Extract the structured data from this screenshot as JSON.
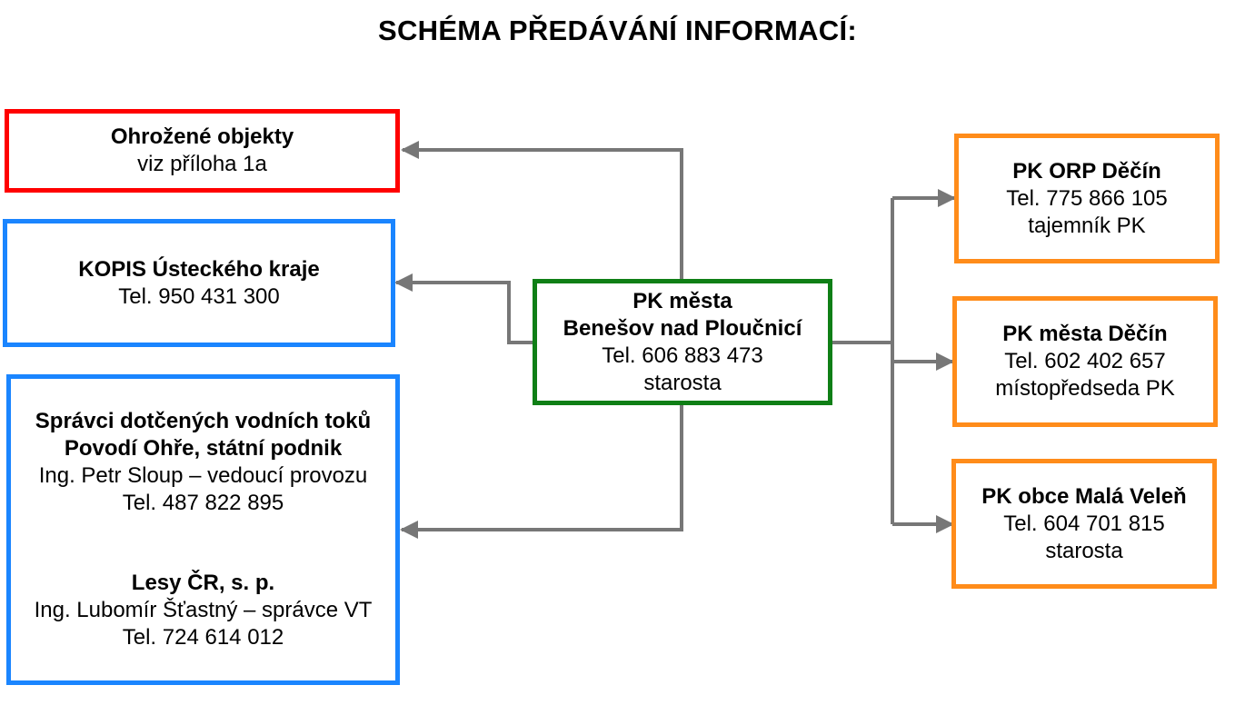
{
  "title": "SCHÉMA PŘEDÁVÁNÍ INFORMACÍ:",
  "colors": {
    "threatened": "#ff0000",
    "regional": "#1a85ff",
    "center": "#0f7f16",
    "partner": "#ff8c1a",
    "connector": "#777777"
  },
  "center": {
    "line1": "PK města",
    "line2": "Benešov nad Ploučnicí",
    "phone": "Tel. 606 883 473",
    "role": "starosta"
  },
  "left": {
    "threatened": {
      "name": "Ohrožené objekty",
      "detail": "viz příloha 1a"
    },
    "kopis": {
      "name": "KOPIS Ústeckého kraje",
      "phone": "Tel. 950 431 300"
    },
    "water": {
      "name1": "Správci dotčených vodních toků",
      "name2": "Povodí Ohře, státní podnik",
      "person1": "Ing. Petr Sloup – vedoucí provozu",
      "phone1": "Tel. 487 822 895",
      "name3": "Lesy ČR, s. p.",
      "person2": "Ing. Lubomír Šťastný – správce VT",
      "phone2": "Tel. 724 614 012"
    }
  },
  "right": {
    "orp": {
      "name": "PK ORP Děčín",
      "phone": "Tel. 775 866 105",
      "role": "tajemník PK"
    },
    "decin": {
      "name": "PK města Děčín",
      "phone": "Tel. 602 402 657",
      "role": "místopředseda PK"
    },
    "velen": {
      "name": "PK obce Malá Veleň",
      "phone": "Tel. 604 701 815",
      "role": "starosta"
    }
  }
}
